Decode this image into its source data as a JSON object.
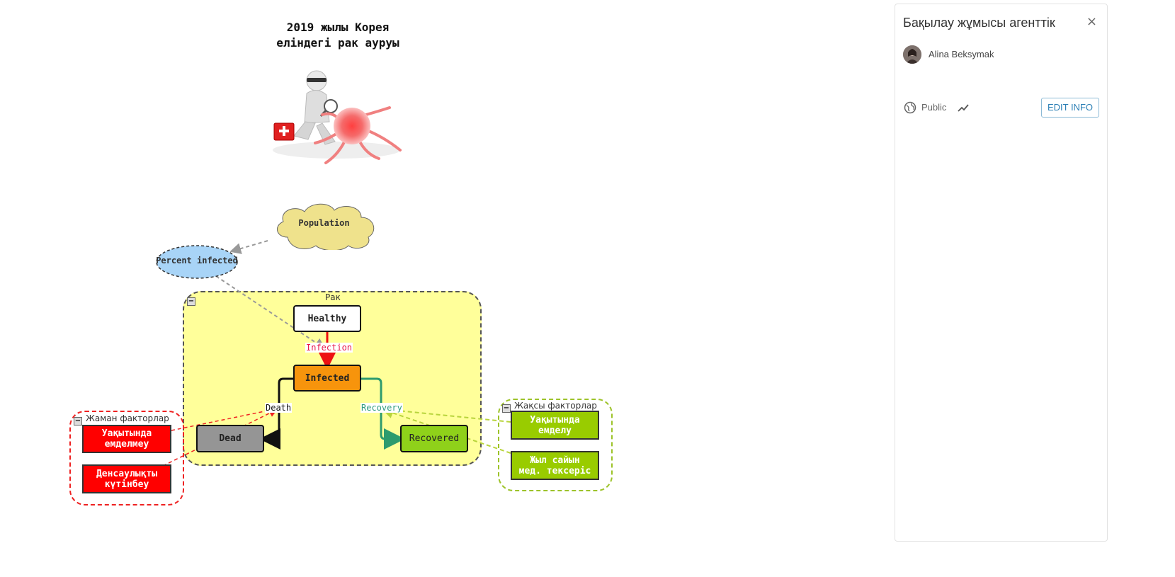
{
  "diagram": {
    "title_lines": [
      "2019 жылы Корея",
      "еліндегі рак ауруы"
    ],
    "population": "Population",
    "percent_infected": "Percent infected",
    "folders": {
      "main": "Рак",
      "bad": "Жаман факторлар",
      "good": "Жақсы факторлар",
      "collapse_symbol": "−"
    },
    "stocks": {
      "healthy": "Healthy",
      "infected": "Infected",
      "dead": "Dead",
      "recovered": "Recovered"
    },
    "flows": {
      "infection": "Infection",
      "death": "Death",
      "recovery": "Recovery"
    },
    "bad_factors": [
      {
        "line1": "Уақытында",
        "line2": "емделмеу"
      },
      {
        "line1": "Денсаулықты",
        "line2": "күтінбеу"
      }
    ],
    "good_factors": [
      {
        "line1": "Уақытында",
        "line2": "емделу"
      },
      {
        "line1": "Жыл сайын",
        "line2": "мед. тексеріс"
      }
    ],
    "colors": {
      "folder_fill": "#ffff9a",
      "infected": "#f7940c",
      "dead": "#959595",
      "recovered": "#8fd11a",
      "bad": "#ff0000",
      "good": "#99cc00",
      "cloud": "#efe28c",
      "ellipse": "#a8d4f7"
    }
  },
  "panel": {
    "title": "Бақылау жұмысы агенттік",
    "close_icon": "×",
    "author": "Alina Beksymak",
    "visibility": "Public",
    "edit_label": "EDIT INFO"
  }
}
